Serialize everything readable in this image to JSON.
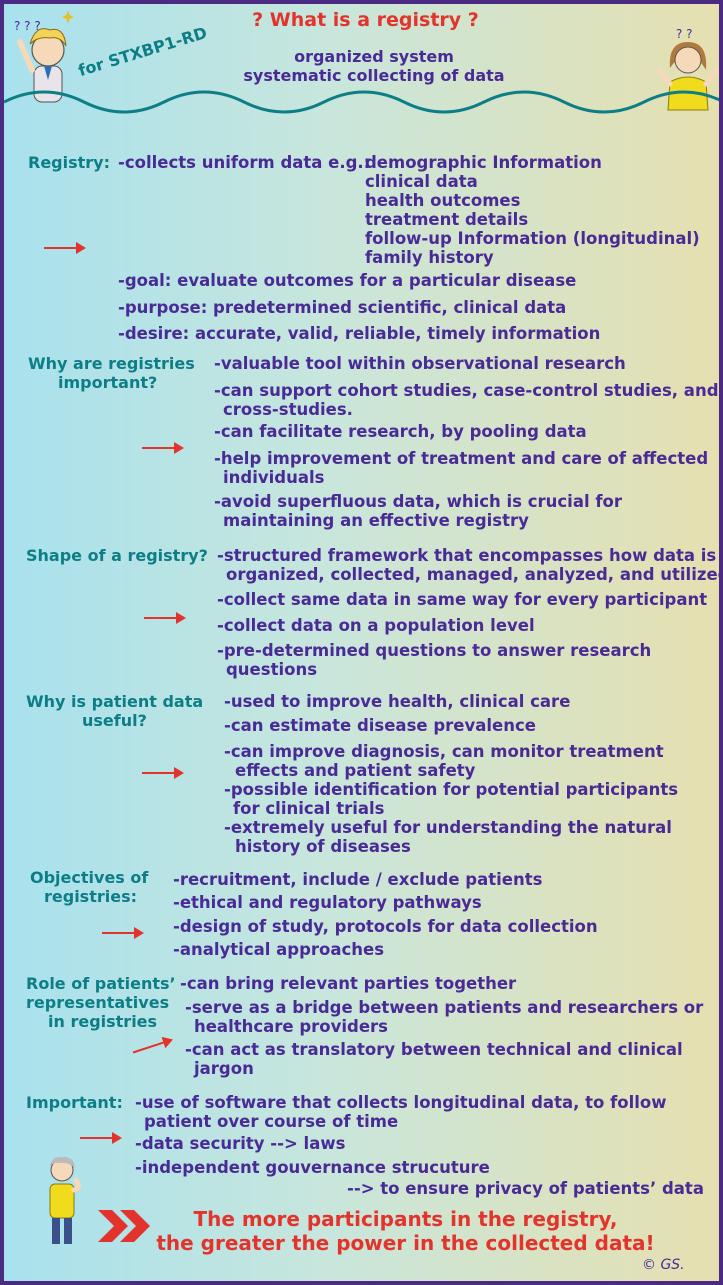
{
  "header": {
    "title": "? What is a registry ?",
    "subtitle_line1": "organized system",
    "subtitle_line2": "systematic collecting of data",
    "tag": "for STXBP1-RD"
  },
  "sections": {
    "registry": {
      "heading": "Registry:",
      "lead": "-collects uniform data e.g.:",
      "list": [
        "demographic Information",
        "clinical data",
        "health outcomes",
        "treatment details",
        "follow-up Information (longitudinal)",
        "family history"
      ],
      "goal": "-goal: evaluate outcomes for a particular disease",
      "purpose": "-purpose: predetermined scientific, clinical data",
      "desire": "-desire: accurate, valid, reliable, timely information"
    },
    "important_why": {
      "heading_line1": "Why are registries",
      "heading_line2": "important?",
      "l1": "-valuable tool within observational research",
      "l2a": "-can support cohort studies, case-control studies, and",
      "l2b": "cross-studies.",
      "l3": "-can facilitate research, by pooling data",
      "l4a": "-help improvement of treatment and care of affected",
      "l4b": "individuals",
      "l5a": "-avoid superfluous data, which is crucial for",
      "l5b": "maintaining an effective registry"
    },
    "shape": {
      "heading": "Shape of a registry?",
      "l1a": "-structured framework that encompasses how data is",
      "l1b": "organized, collected, managed, analyzed, and utilized",
      "l2": "-collect same data in same way for every participant",
      "l3": "-collect data on a population level",
      "l4a": "-pre-determined questions to answer research",
      "l4b": "questions"
    },
    "patient_data": {
      "heading_line1": "Why is patient data",
      "heading_line2": "useful?",
      "l1": "-used to improve health, clinical care",
      "l2": "-can estimate disease prevalence",
      "l3a": "-can improve diagnosis, can monitor treatment",
      "l3b": "effects and patient safety",
      "l4a": "-possible identification for potential participants",
      "l4b": "for clinical trials",
      "l5a": "-extremely useful for understanding the natural",
      "l5b": "history of diseases"
    },
    "objectives": {
      "heading_line1": "Objectives of",
      "heading_line2": "registries:",
      "l1": "-recruitment, include / exclude patients",
      "l2": "-ethical and regulatory pathways",
      "l3": "-design of study, protocols for data collection",
      "l4": "-analytical approaches"
    },
    "role": {
      "heading_line1": "Role of patients’",
      "heading_line2": "representatives",
      "heading_line3": "in registries",
      "l1": "-can bring relevant parties together",
      "l2a": "-serve as a bridge between patients and researchers or",
      "l2b": "healthcare providers",
      "l3a": "-can act as translatory between technical and clinical",
      "l3b": "jargon"
    },
    "important": {
      "heading": "Important:",
      "l1a": "-use of software that collects longitudinal data, to follow",
      "l1b": "patient over course of time",
      "l2": "-data security --> laws",
      "l3": "-independent gouvernance strucuture",
      "l4": "--> to ensure privacy of patients’ data"
    }
  },
  "footer": {
    "line1": "The more participants in the registry,",
    "line2": "the greater the power in the collected data!",
    "copyright": "© GS."
  },
  "colors": {
    "heading": "#0d7e86",
    "text": "#4a2b96",
    "accent": "#e2332c",
    "border": "#4b2a82"
  }
}
